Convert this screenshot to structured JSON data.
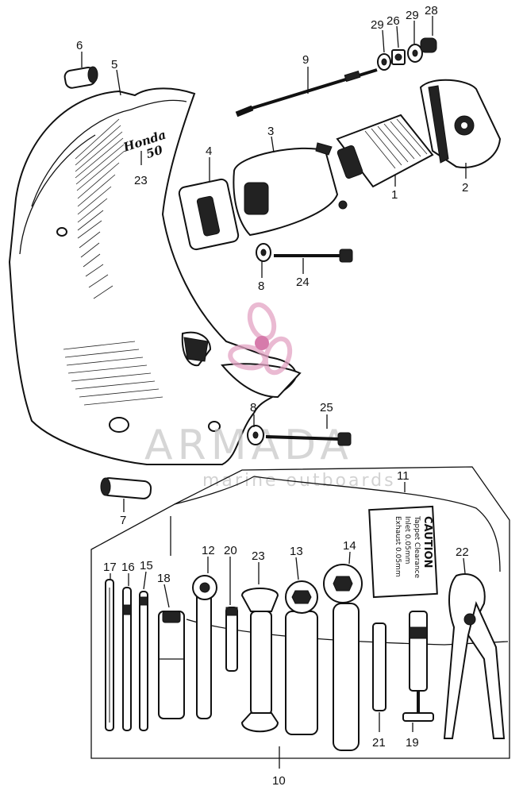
{
  "watermark": {
    "brand": "ARMADA",
    "tagline": "marine outboards",
    "logo_colors": {
      "petal": "#e4a3c4",
      "center": "#c94f8f"
    }
  },
  "cover_brand": {
    "line1": "Honda",
    "line2": "50"
  },
  "caution_label": {
    "title": "CAUTION",
    "lines": [
      "Tappet Clearance",
      "Inlet 0.05mm",
      "Exhaust 0.05mm"
    ]
  },
  "callouts": [
    "1",
    "2",
    "3",
    "4",
    "5",
    "6",
    "7",
    "8",
    "8",
    "9",
    "10",
    "11",
    "12",
    "13",
    "14",
    "15",
    "16",
    "17",
    "18",
    "19",
    "20",
    "21",
    "22",
    "23",
    "24",
    "25",
    "26",
    "27",
    "28",
    "29",
    "29"
  ]
}
